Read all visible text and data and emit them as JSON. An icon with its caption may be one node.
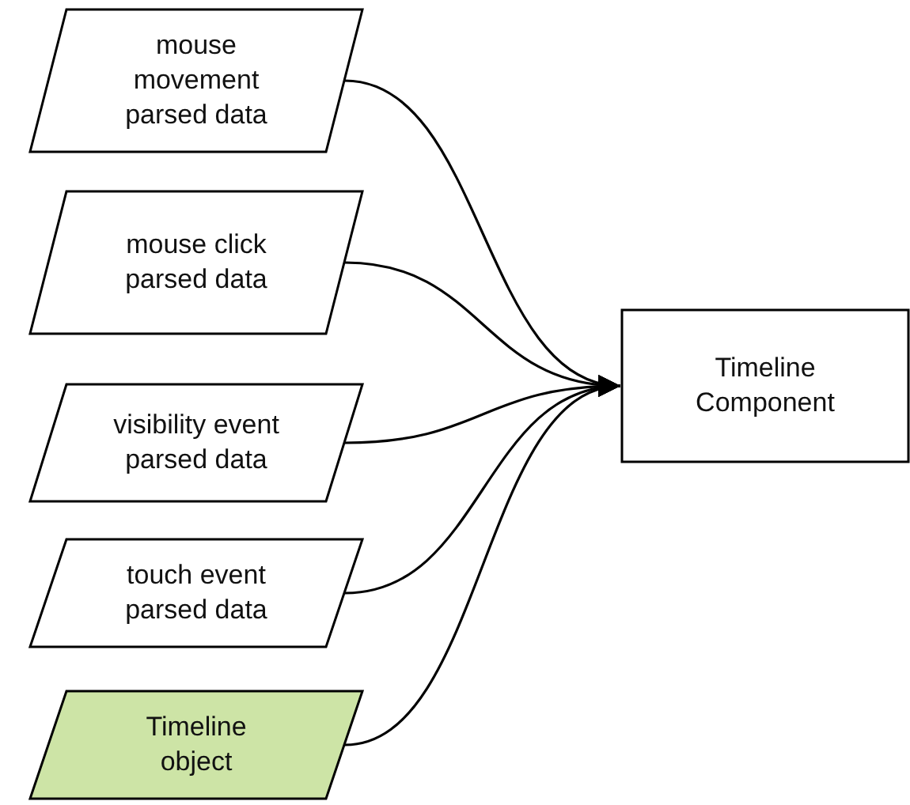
{
  "diagram": {
    "nodes": [
      {
        "text": [
          "mouse movement parsed data"
        ]
      },
      {
        "text": [
          "mouse click parsed data"
        ]
      },
      {
        "text": [
          "visibility event parsed data"
        ]
      },
      {
        "text": [
          "touch event parsed data"
        ]
      },
      {
        "text": [
          "Timeline object"
        ]
      },
      {
        "text": [
          "Timeline Component"
        ]
      }
    ],
    "edges": [
      {
        "from": 0,
        "to": 5,
        "arrow": "to"
      },
      {
        "from": 1,
        "to": 5,
        "arrow": "to"
      },
      {
        "from": 2,
        "to": 5,
        "arrow": "to"
      },
      {
        "from": 3,
        "to": 5,
        "arrow": "to"
      },
      {
        "from": 4,
        "to": 5,
        "arrow": "to"
      }
    ]
  }
}
